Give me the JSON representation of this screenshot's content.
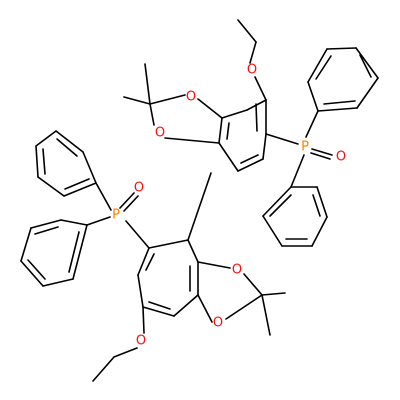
{
  "colors": {
    "background": "#FFFFFF",
    "bond": "#000000",
    "oxygen": "#FF0D0D",
    "phosphorus": "#FF8000"
  },
  "labels": {
    "o_ring_top_a": "O",
    "o_ring_top_b": "O",
    "o_ethoxy_top": "O",
    "o_po_top": "O",
    "p_top": "P",
    "o_po_left": "O",
    "p_left": "P",
    "o_ring_bot_a": "O",
    "o_ring_bot_b": "O",
    "o_ethoxy_bot": "O"
  }
}
